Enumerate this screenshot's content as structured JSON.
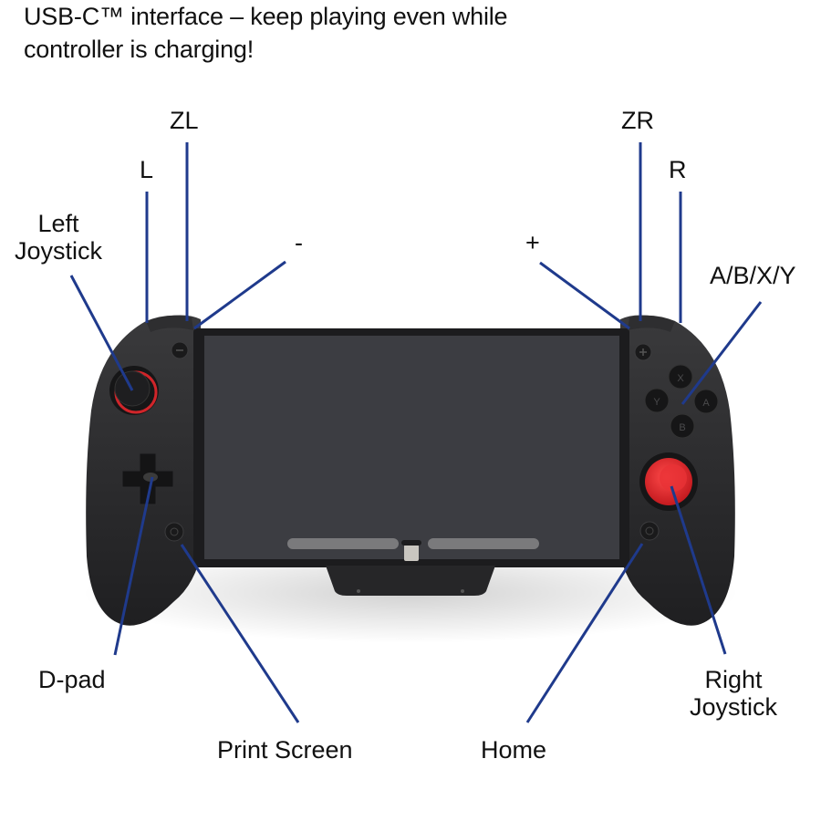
{
  "headline": {
    "line1": "USB-C™ interface – keep playing even while",
    "line2": "controller is charging!"
  },
  "callouts": {
    "zl": "ZL",
    "l": "L",
    "left_joystick_1": "Left",
    "left_joystick_2": "Joystick",
    "minus": "-",
    "plus": "+",
    "zr": "ZR",
    "r": "R",
    "abxy": "A/B/X/Y",
    "dpad": "D-pad",
    "print_screen": "Print Screen",
    "home": "Home",
    "right_joystick_1": "Right",
    "right_joystick_2": "Joystick"
  },
  "face_buttons": {
    "x": "X",
    "y": "Y",
    "a": "A",
    "b": "B"
  },
  "colors": {
    "leader_line": "#1f3a8c",
    "body": "#2a2a2c",
    "screen": "#3b3c40",
    "accent_red": "#e0242a"
  }
}
